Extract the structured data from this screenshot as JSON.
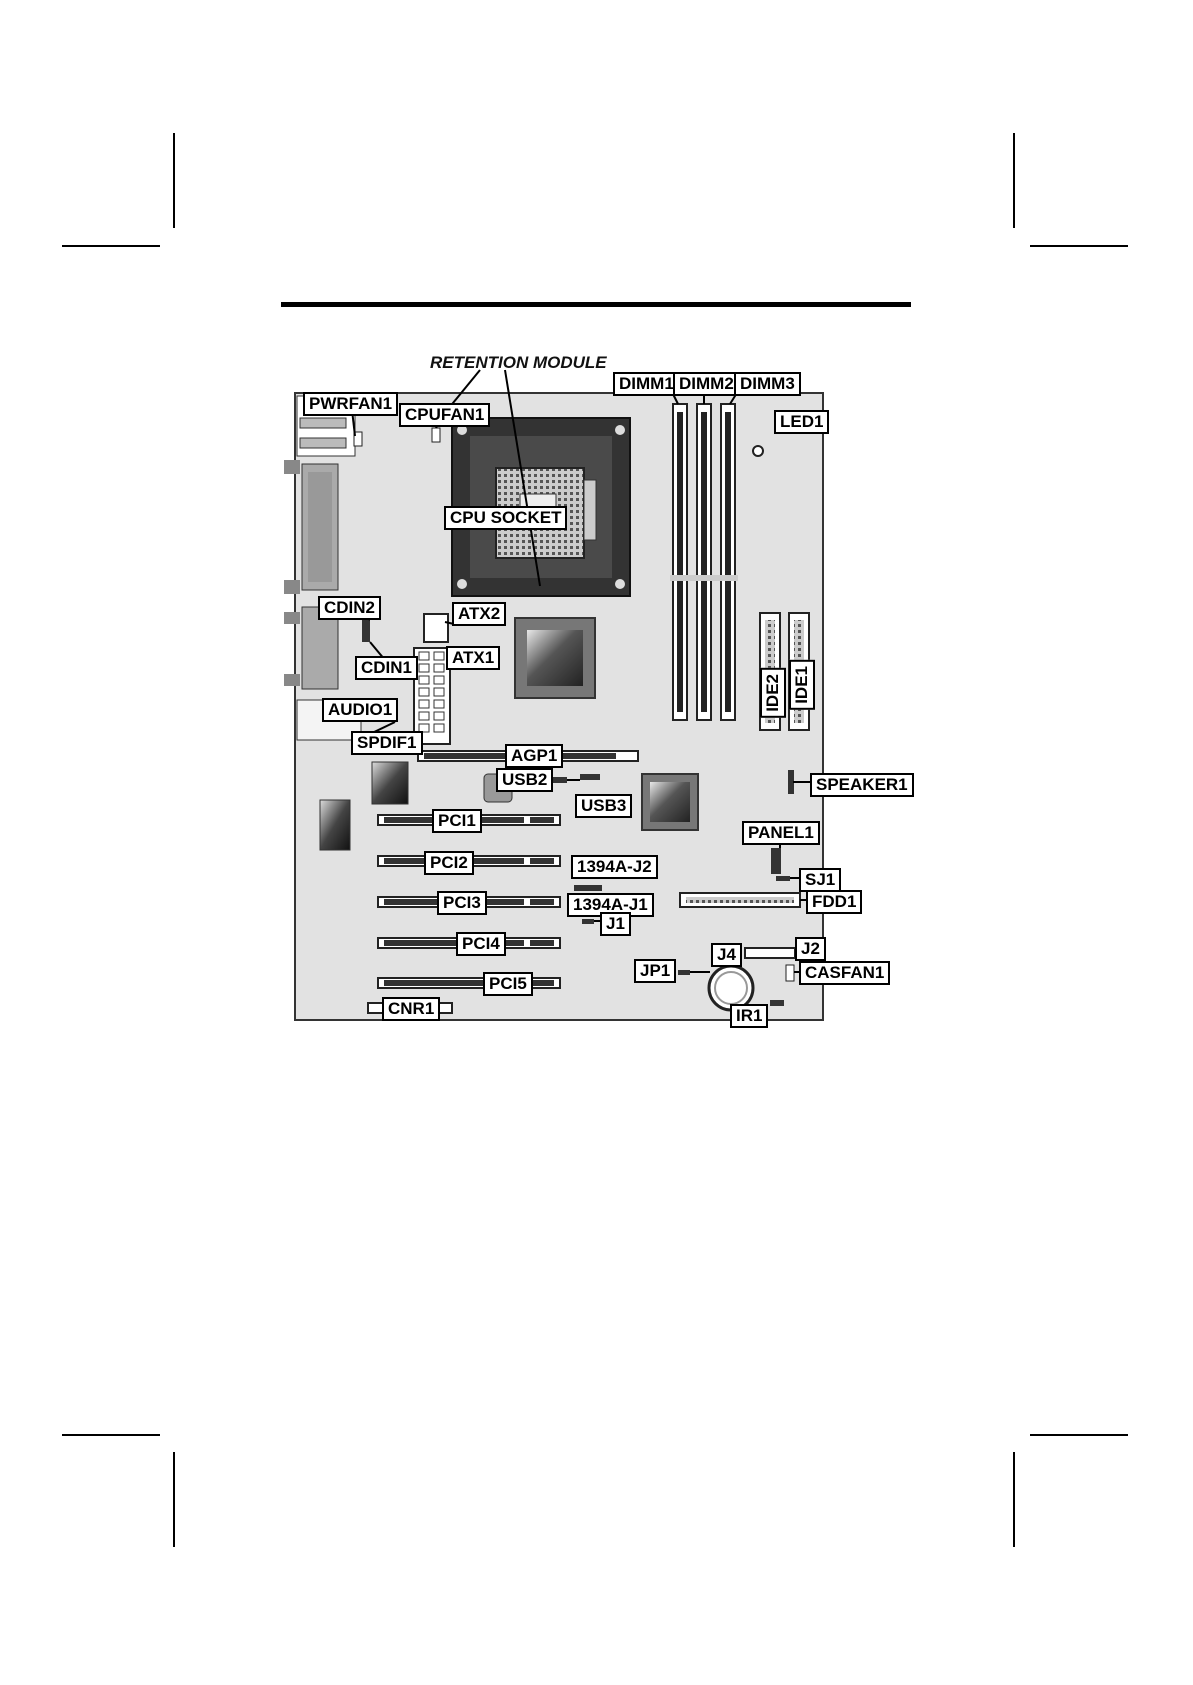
{
  "diagram": {
    "annotation_title": "RETENTION MODULE",
    "labels": {
      "pwrfan1": "PWRFAN1",
      "cpufan1": "CPUFAN1",
      "dimm1": "DIMM1",
      "dimm2": "DIMM2",
      "dimm3": "DIMM3",
      "led1": "LED1",
      "cpu_socket": "CPU SOCKET",
      "cdin2": "CDIN2",
      "atx2": "ATX2",
      "atx1": "ATX1",
      "cdin1": "CDIN1",
      "ide2": "IDE2",
      "ide1": "IDE1",
      "audio1": "AUDIO1",
      "spdif1": "SPDIF1",
      "agp1": "AGP1",
      "usb2": "USB2",
      "usb3": "USB3",
      "speaker1": "SPEAKER1",
      "pci1": "PCI1",
      "panel1": "PANEL1",
      "pci2": "PCI2",
      "a1394_j2": "1394A-J2",
      "sj1": "SJ1",
      "pci3": "PCI3",
      "a1394_j1": "1394A-J1",
      "fdd1": "FDD1",
      "j1": "J1",
      "pci4": "PCI4",
      "j4": "J4",
      "j2": "J2",
      "jp1": "JP1",
      "casfan1": "CASFAN1",
      "pci5": "PCI5",
      "cnr1": "CNR1",
      "ir1": "IR1"
    }
  }
}
